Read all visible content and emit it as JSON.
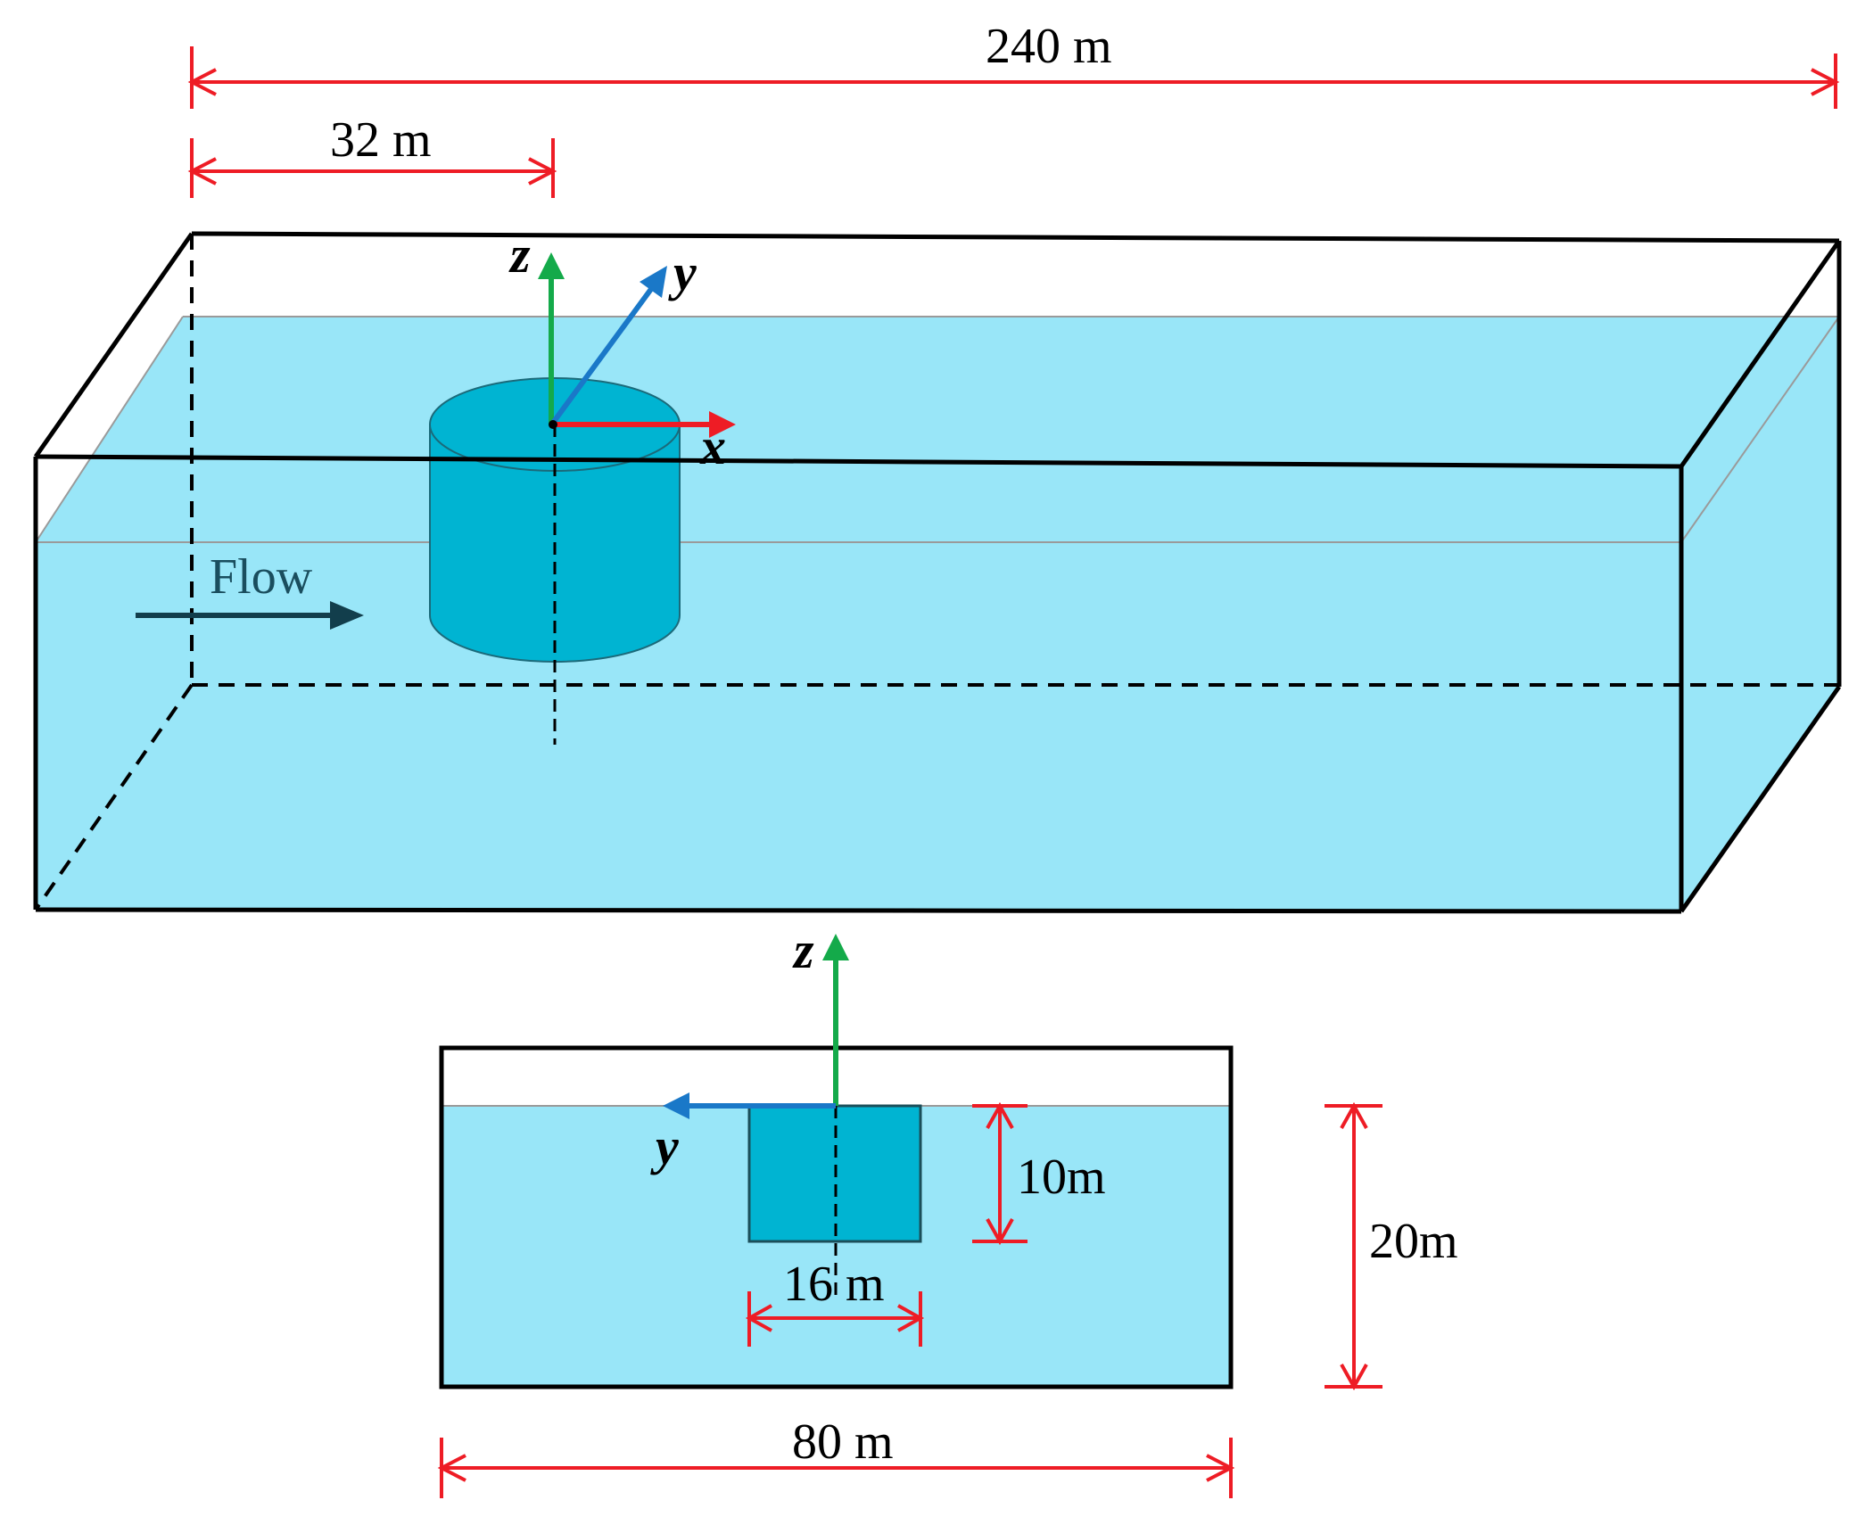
{
  "dimensions": {
    "length": "240 m",
    "offset": "32 m",
    "width": "80 m",
    "depth": "20m",
    "draft": "10m",
    "diameter": "16 m"
  },
  "axes": {
    "x": "x",
    "y": "y",
    "z": "z"
  },
  "flow_label": "Flow",
  "colors": {
    "water": "#99E6F8",
    "cylinder": "#00B4D2",
    "dimension_lines": "#EE1C25",
    "z_axis": "#14AA4A",
    "y_axis": "#1A78C8",
    "x_axis": "#EE1C25",
    "flow_arrow": "#123E4C"
  }
}
